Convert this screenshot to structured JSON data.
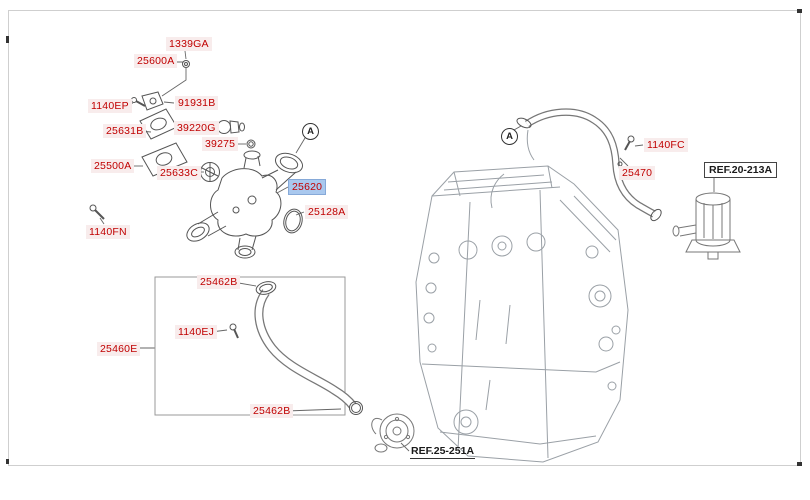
{
  "diagram": {
    "selected_part": "25620",
    "colors": {
      "part_label_text": "#c00000",
      "part_label_bg": "#f8ecec",
      "selected_label_bg": "#a9c8ee",
      "reference_text": "#1a1a1a",
      "line_art": "#8a8f94"
    },
    "parts": [
      {
        "code": "1339GA"
      },
      {
        "code": "25600A"
      },
      {
        "code": "1140EP"
      },
      {
        "code": "91931B"
      },
      {
        "code": "25631B"
      },
      {
        "code": "39220G"
      },
      {
        "code": "39275"
      },
      {
        "code": "25500A"
      },
      {
        "code": "25633C"
      },
      {
        "code": "25620"
      },
      {
        "code": "25128A"
      },
      {
        "code": "1140FN"
      },
      {
        "code": "25462B"
      },
      {
        "code": "1140EJ"
      },
      {
        "code": "25460E"
      },
      {
        "code": "25462B"
      },
      {
        "code": "1140FC"
      },
      {
        "code": "25470"
      }
    ],
    "references": [
      {
        "code": "REF.20-213A"
      },
      {
        "code": "REF.25-251A"
      }
    ],
    "view_markers": [
      {
        "letter": "A"
      },
      {
        "letter": "A"
      }
    ]
  }
}
